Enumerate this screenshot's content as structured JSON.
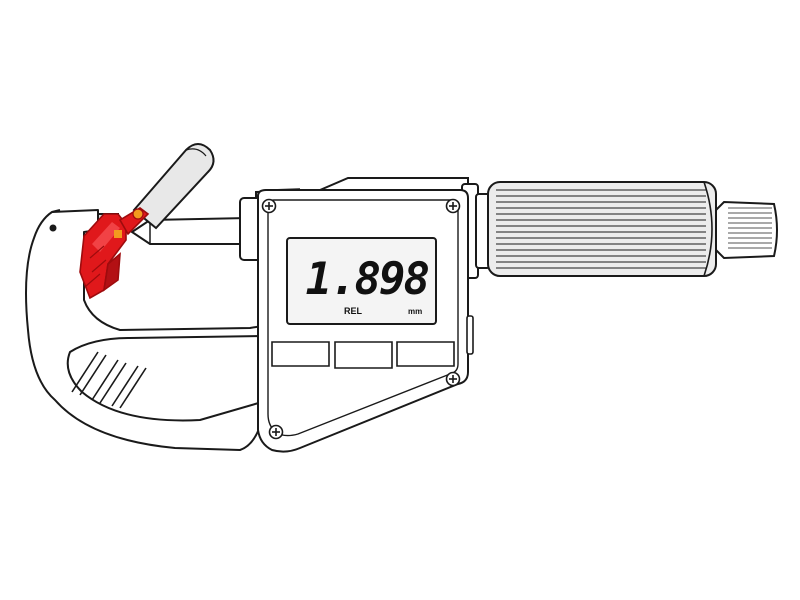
{
  "display": {
    "reading": "1.898",
    "mode_label": "REL",
    "unit_label": "mm"
  },
  "colors": {
    "outline": "#1a1a1a",
    "body_fill": "#ffffff",
    "screen_fill": "#f4f4f4",
    "grip_fill": "#ececec",
    "clamp_red": "#e0181b",
    "clamp_dark": "#9e0b0d",
    "clamp_orange": "#f39a1e",
    "anvil_fill": "#d9d9d9"
  },
  "icons": {
    "screws": "phillips-screw-icon",
    "buttons": "keypad-button"
  }
}
